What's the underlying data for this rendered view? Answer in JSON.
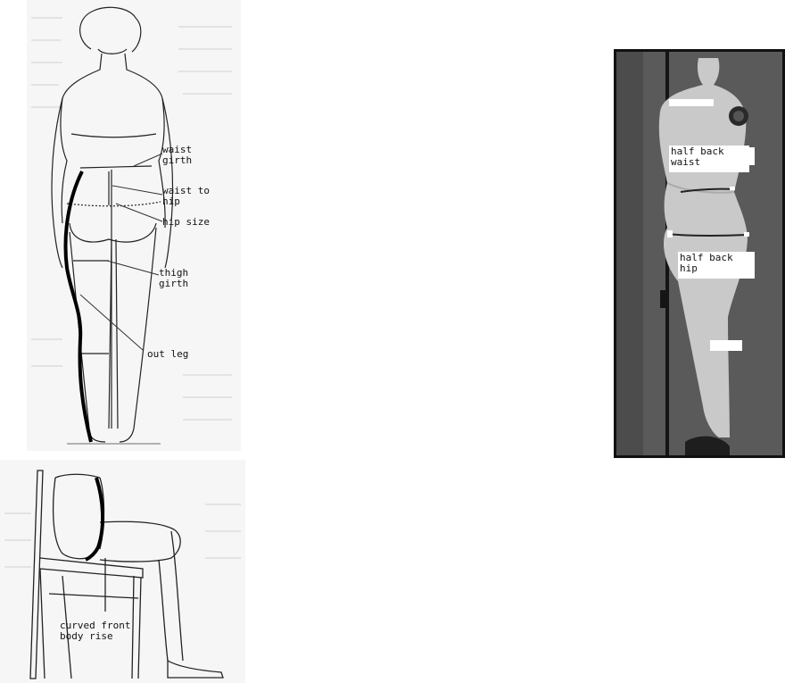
{
  "back_figure": {
    "labels": {
      "waist_girth": "waist\ngirth",
      "waist_to_hip": "waist to\nhip",
      "hip_size": "hip size",
      "thigh_girth": "thigh\ngirth",
      "out_leg": "out leg"
    }
  },
  "seated_figure": {
    "labels": {
      "curved_front_body_rise": "curved front\nbody rise"
    }
  },
  "mannequin_photo": {
    "labels": {
      "half_back_waist": "half back\nwaist",
      "half_back_hip": "half back\nhip"
    }
  }
}
